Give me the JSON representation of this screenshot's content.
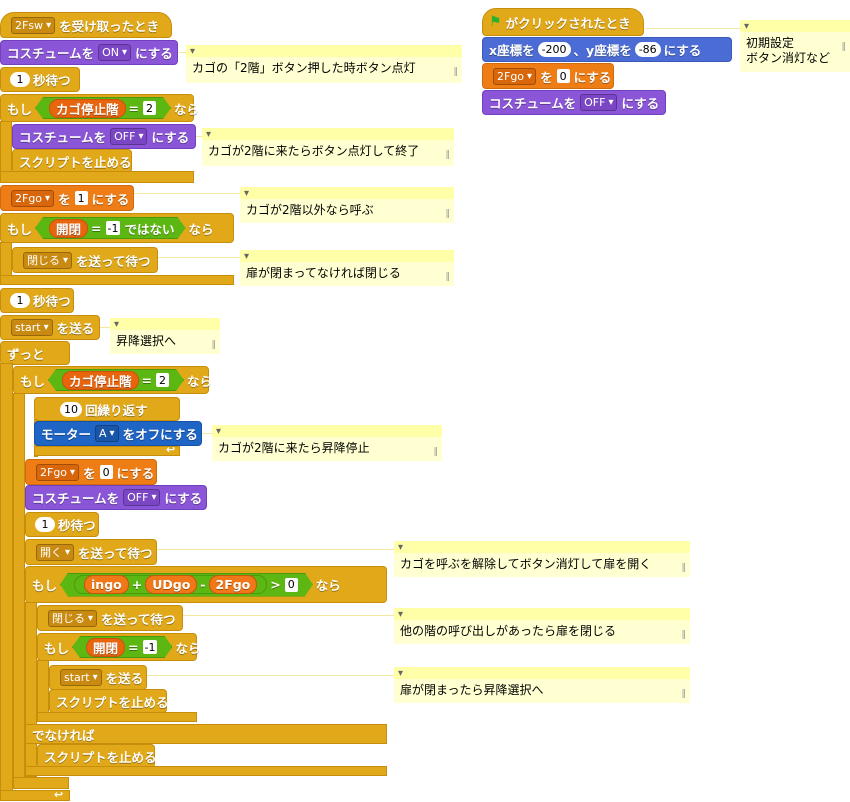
{
  "script_main": {
    "hat_var": "2Fsw",
    "hat_label": "を受け取ったとき",
    "costume_label": "コスチュームを",
    "costume_suffix": "にする",
    "costume_on": "ON",
    "costume_off": "OFF",
    "wait_suffix": "秒待つ",
    "wait_one": "1",
    "if_label": "もし",
    "if_then": "なら",
    "stop_script": "スクリプトを止める",
    "cage_stop_floor": "カゴ停止階",
    "eq": "=",
    "floor_two": "2",
    "set_var_2Fgo": "2Fgo",
    "set_to": "を",
    "set_suffix": "にする",
    "one": "1",
    "zero": "0",
    "kaihei": "開閉",
    "minus_one": "-1",
    "not_label": "ではない",
    "broadcast_close": "閉じる",
    "broadcast_open": "開く",
    "send_wait": "を送って待つ",
    "broadcast_start": "start",
    "send": "を送る",
    "forever": "ずっと",
    "repeat_count": "10",
    "repeat_label": "回繰り返す",
    "motor_label": "モーター",
    "motor_id": "A",
    "motor_off": "をオフにする",
    "var_ingo": "ingo",
    "var_UDgo": "UDgo",
    "plus": "+",
    "minus": "-",
    "gt": ">",
    "else_label": "でなければ"
  },
  "script_flag": {
    "hat_label": "がクリックされたとき",
    "x_label": "x座標を",
    "x_value": "-200",
    "y_label": "、y座標を",
    "y_value": "-86",
    "xy_suffix": "にする",
    "set_var": "2Fgo",
    "set_to": "を",
    "set_value": "0",
    "set_suffix": "にする",
    "costume_label": "コスチュームを",
    "costume_value": "OFF",
    "costume_suffix": "にする"
  },
  "comments": {
    "c1": "カゴの「2階」ボタン押した時ボタン点灯",
    "c2": "カゴが2階に来たらボタン点灯して終了",
    "c3": "カゴが2階以外なら呼ぶ",
    "c4": "扉が閉まってなければ閉じる",
    "c5": "昇降選択へ",
    "c6": "カゴが2階に来たら昇降停止",
    "c7": "カゴを呼ぶを解除してボタン消灯して扉を開く",
    "c8": "他の階の呼び出しがあったら扉を閉じる",
    "c9": "扉が閉まったら昇降選択へ",
    "c10_line1": "初期設定",
    "c10_line2": "ボタン消灯など"
  },
  "colors": {
    "control": "#e1a91a",
    "looks": "#8a55d7",
    "data": "#ee7d16",
    "motion": "#4a6cd4",
    "operators": "#5cb712",
    "comment": "#ffffd2"
  }
}
